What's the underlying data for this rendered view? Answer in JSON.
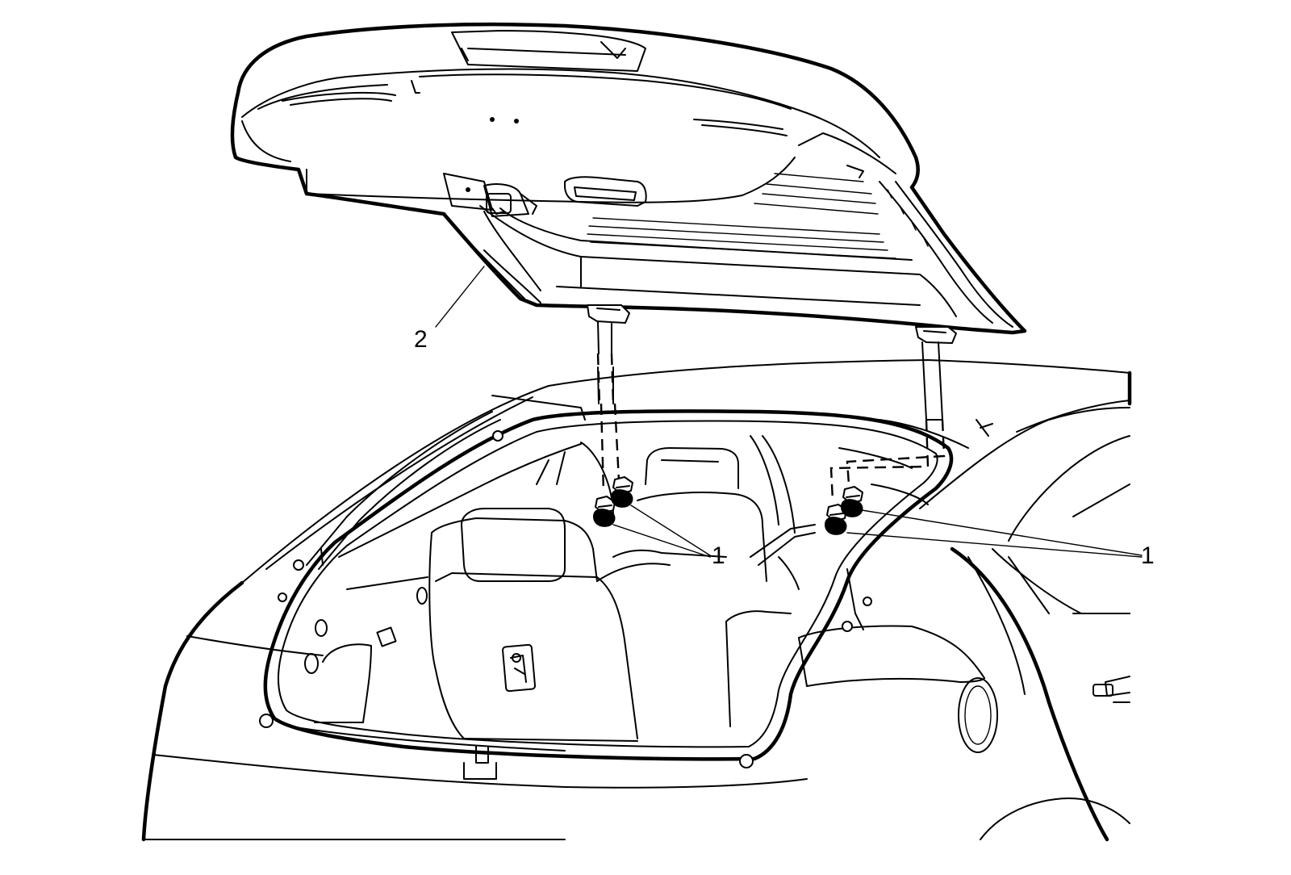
{
  "callouts": {
    "bolt_left": "1",
    "bolt_right": "1",
    "liftgate": "2"
  }
}
